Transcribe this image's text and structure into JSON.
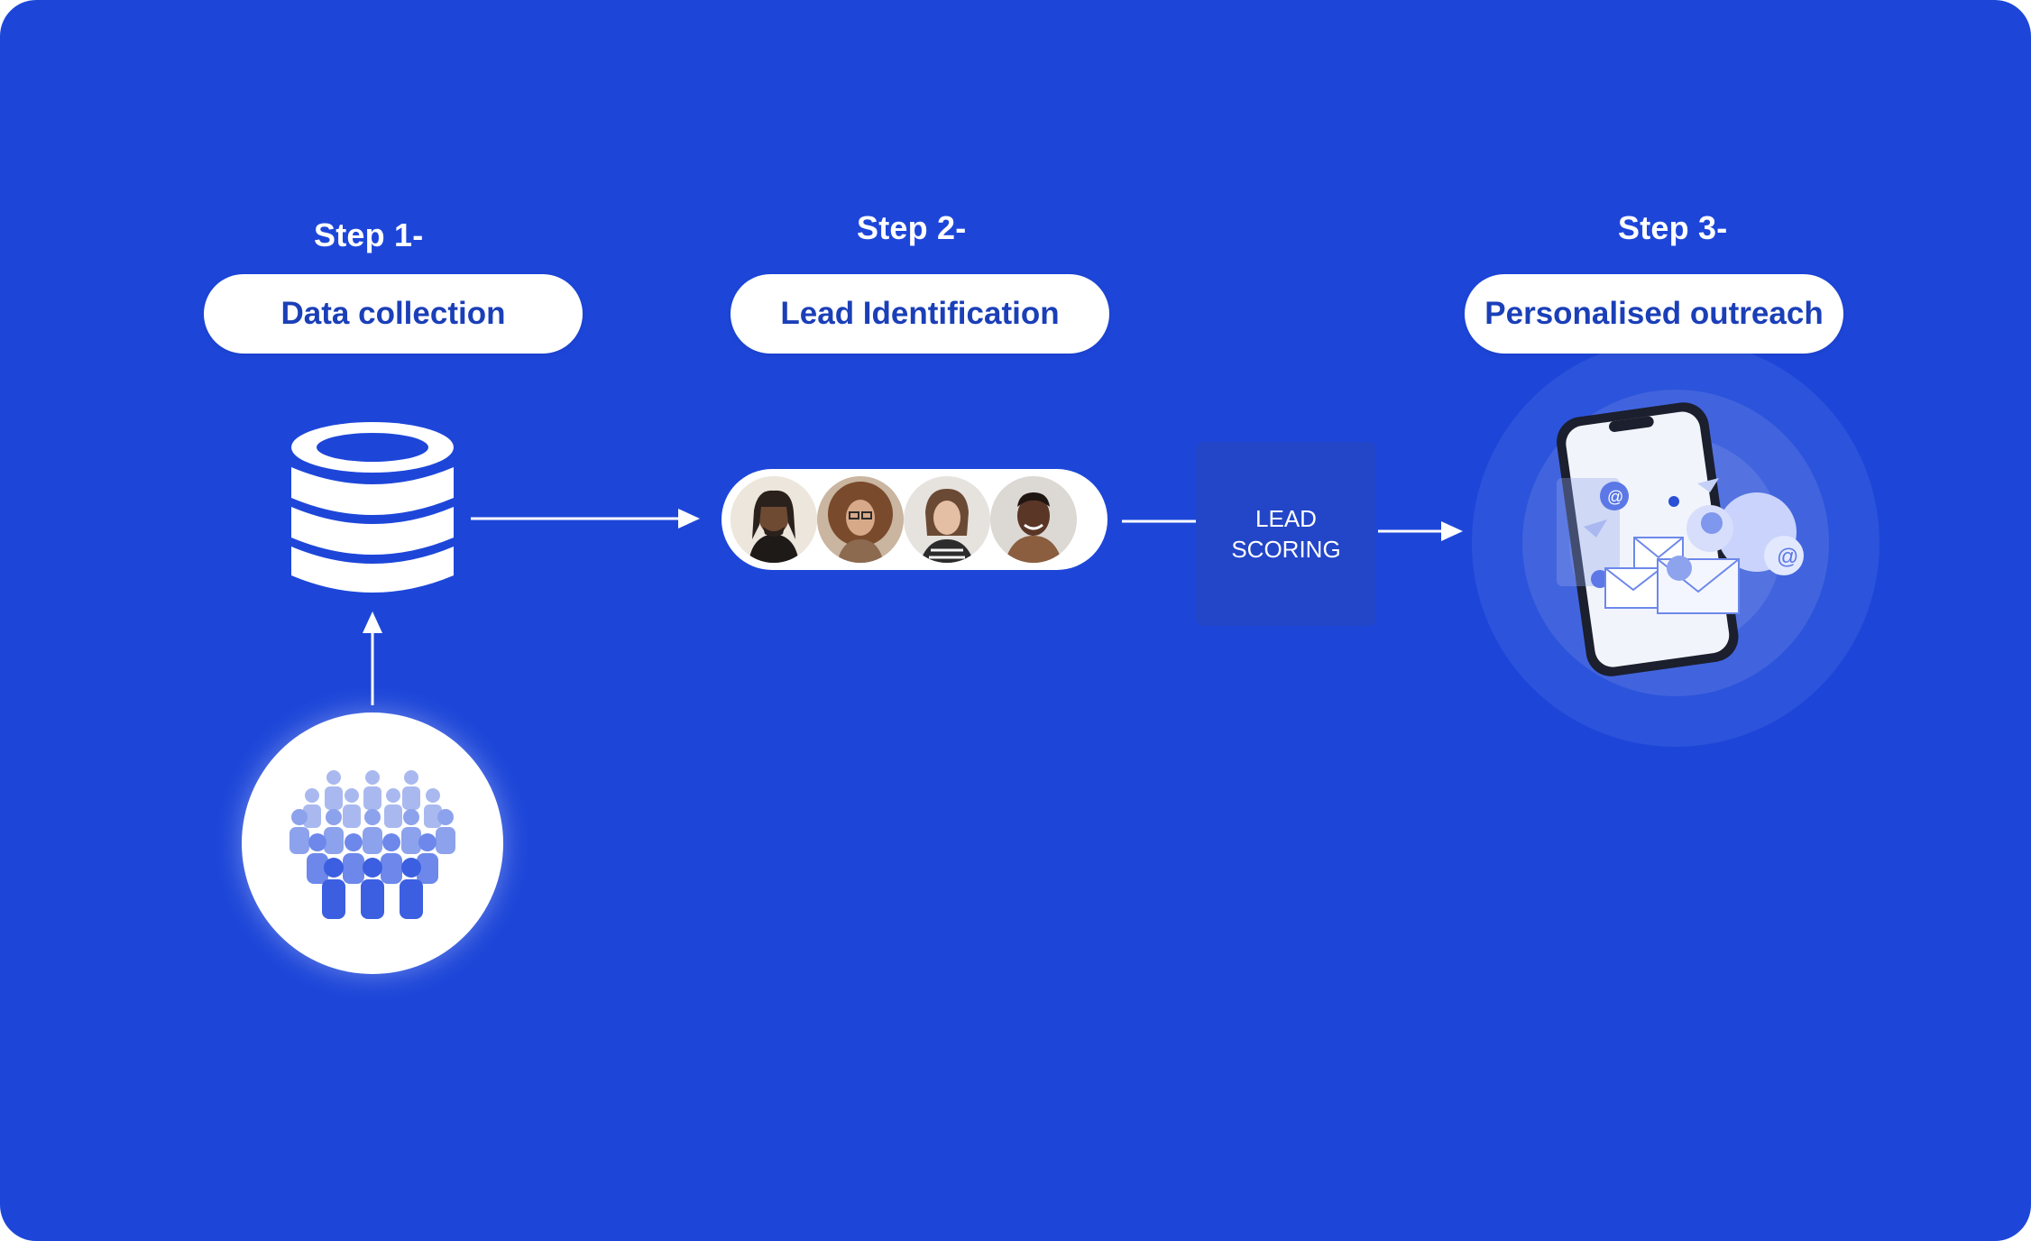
{
  "steps": [
    {
      "label": "Step 1-",
      "title": "Data collection"
    },
    {
      "label": "Step 2-",
      "title": "Lead Identification"
    },
    {
      "label": "Step 3-",
      "title": "Personalised outreach"
    }
  ],
  "lead_scoring": {
    "line1": "LEAD",
    "line2": "SCORING"
  },
  "icons": [
    "database-icon",
    "crowd-icon",
    "avatar-group",
    "phone-outreach-icon",
    "arrow-icon"
  ],
  "colors": {
    "background": "#1d46d9",
    "pill_text": "#1b3fb8",
    "box": "#2346c8",
    "accent": "#ffffff"
  }
}
